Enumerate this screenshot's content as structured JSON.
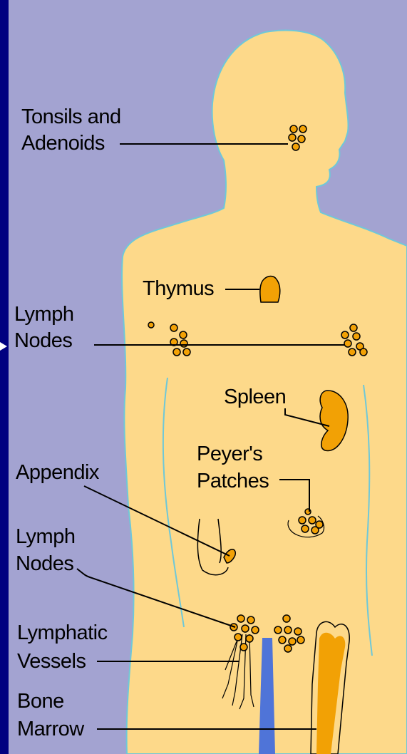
{
  "colors": {
    "frame": "#000080",
    "background": "#a3a3d1",
    "skin": "#fdd98a",
    "outline": "#6fc8d8",
    "organ": "#f2a105",
    "vessel": "#4f74d8",
    "line": "#000000"
  },
  "labels": {
    "tonsils_line1": "Tonsils and",
    "tonsils_line2": "Adenoids",
    "thymus": "Thymus",
    "lymph_nodes_upper_line1": "Lymph",
    "lymph_nodes_upper_line2": "Nodes",
    "spleen": "Spleen",
    "peyers_line1": "Peyer's",
    "peyers_line2": "Patches",
    "appendix": "Appendix",
    "lymph_nodes_lower_line1": "Lymph",
    "lymph_nodes_lower_line2": "Nodes",
    "lymphatic_line1": "Lymphatic",
    "lymphatic_line2": "Vessels",
    "bone_marrow_line1": "Bone",
    "bone_marrow_line2": "Marrow"
  }
}
